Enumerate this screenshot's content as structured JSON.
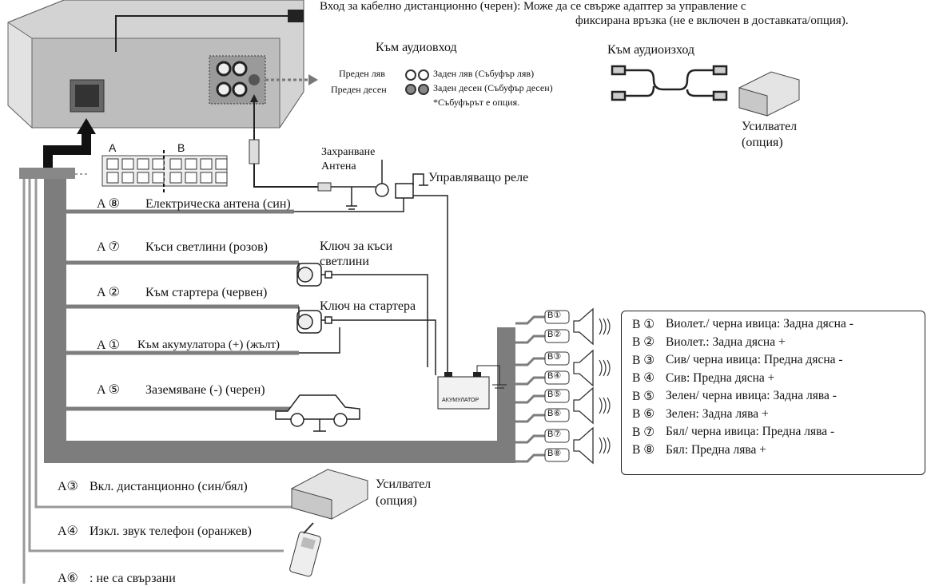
{
  "top_note": {
    "line1": "Вход за кабелно дистанционно (черен): Може да се свърже адаптер за управление с",
    "line2": "фиксирана връзка (не е включен в доставката/опция)."
  },
  "audio_in": {
    "title": "Към аудиовход",
    "front_left": "Преден ляв",
    "front_right": "Преден десен",
    "rear_left": "Заден ляв (Събуфър ляв)",
    "rear_right": "Заден десен (Събуфър десен)",
    "note": "*Събуфърът е опция."
  },
  "audio_out": {
    "title": "Към аудиоизход",
    "amp_line1": "Усилвател",
    "amp_line2": "(опция)"
  },
  "connector": {
    "a": "A",
    "b": "B"
  },
  "antenna": {
    "line1": "Захранване",
    "line2": "Антена",
    "relay": "Управляващо реле"
  },
  "wires": [
    {
      "code": "A ⑧",
      "label": "Електрическа антена (син)"
    },
    {
      "code": "A ⑦",
      "label": "Къси светлини (розов)"
    },
    {
      "code": "A ②",
      "label": "Към стартера (червен)"
    },
    {
      "code": "A ①",
      "label": "Към акумулатора (+) (жълт)"
    },
    {
      "code": "A ⑤",
      "label": "Заземяване (-) (черен)"
    }
  ],
  "switches": {
    "lights_line1": "Ключ за къси",
    "lights_line2": "светлини",
    "starter": "Ключ на стартера"
  },
  "battery_label": "АКУМУЛАТОР",
  "lower_wires": [
    {
      "code": "A③",
      "label": "Вкл. дистанционно (син/бял)"
    },
    {
      "code": "A④",
      "label": "Изкл. звук телефон (оранжев)"
    },
    {
      "code": "A⑥",
      "label": ": не са свързани"
    }
  ],
  "lower_amp": {
    "line1": "Усилвател",
    "line2": "(опция)"
  },
  "speaker_codes": [
    "B①",
    "B②",
    "B③",
    "B④",
    "B⑤",
    "B⑥",
    "B⑦",
    "B⑧"
  ],
  "legend": [
    {
      "code": "B ①",
      "text": "Виолет./ черна ивица: Задна дясна -"
    },
    {
      "code": "B ②",
      "text": "Виолет.: Задна дясна +"
    },
    {
      "code": "B ③",
      "text": "Сив/ черна ивица: Предна дясна -"
    },
    {
      "code": "B ④",
      "text": "Сив: Предна дясна +"
    },
    {
      "code": "B ⑤",
      "text": "Зелен/ черна ивица: Задна лява -"
    },
    {
      "code": "B ⑥",
      "text": "Зелен: Задна лява +"
    },
    {
      "code": "B ⑦",
      "text": "Бял/ черна ивица: Предна лява -"
    },
    {
      "code": "B ⑧",
      "text": "Бял: Предна лява +"
    }
  ]
}
